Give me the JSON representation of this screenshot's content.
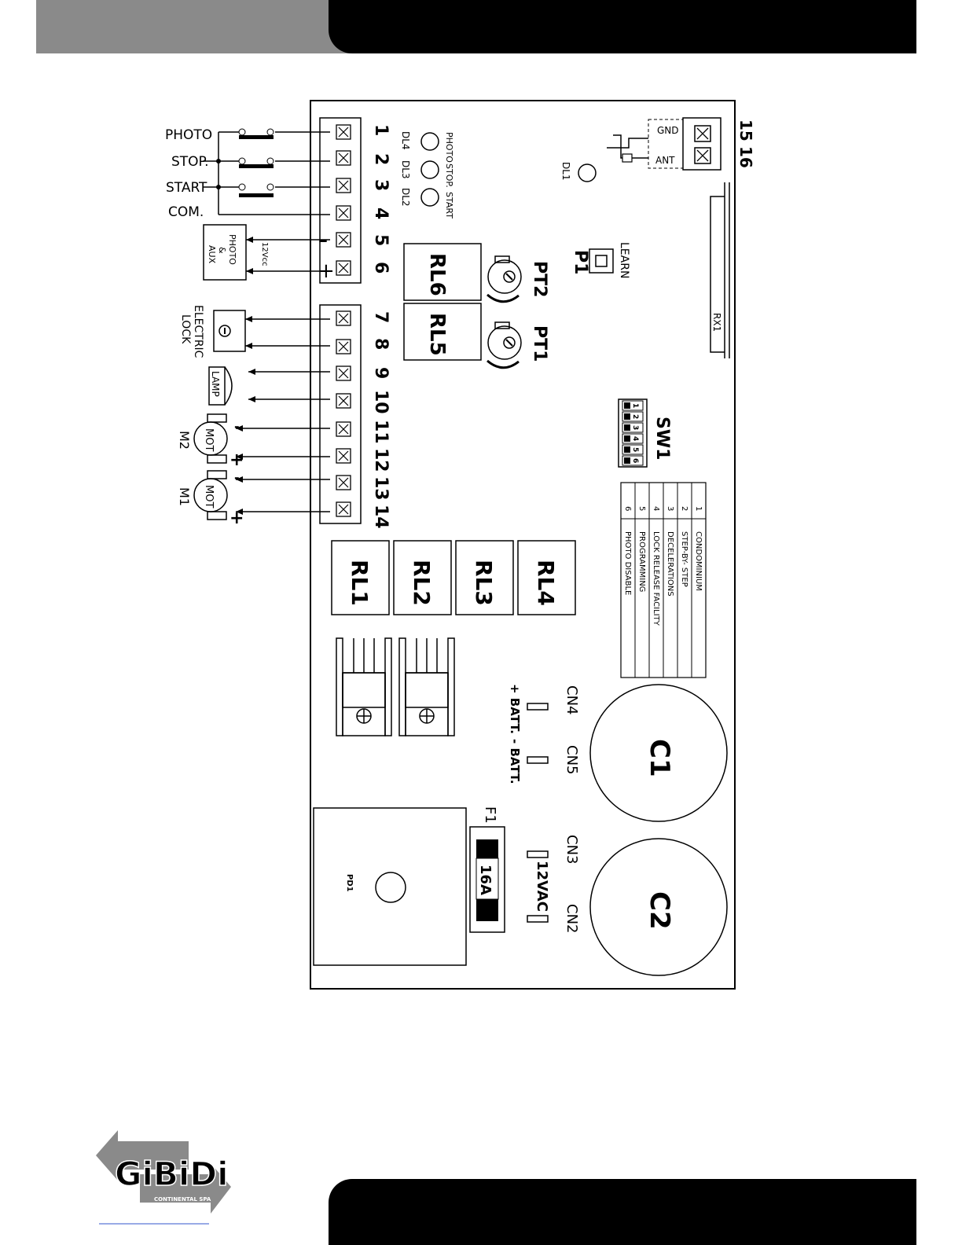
{
  "left_labels": [
    "PHOTO",
    "STOP.",
    "START",
    "COM."
  ],
  "terminal_numbers_top": [
    "1",
    "2",
    "3",
    "4",
    "5",
    "6"
  ],
  "terminal_numbers_bottom": [
    "7",
    "8",
    "9",
    "10",
    "11",
    "12",
    "13",
    "14"
  ],
  "antenna_terminals": [
    "15",
    "16"
  ],
  "antenna_labels": {
    "gnd": "GND",
    "ant": "ANT"
  },
  "leds": [
    {
      "id": "DL4",
      "label": "PHOTO"
    },
    {
      "id": "DL3",
      "label": "STOP."
    },
    {
      "id": "DL2",
      "label": "START"
    }
  ],
  "dl1": "DL1",
  "photo_aux": {
    "label_lines": [
      "PHOTO",
      "&",
      "AUX"
    ],
    "voltage": "12Vcc",
    "minus": "–",
    "plus": "+"
  },
  "electric_lock": {
    "lines": [
      "ELECTRIC",
      "LOCK"
    ]
  },
  "lamp": "LAMP",
  "motors": [
    {
      "label": "MOT",
      "name": "M2",
      "minus": "-",
      "plus": "+"
    },
    {
      "label": "MOT",
      "name": "M1",
      "minus": "-",
      "plus": "+"
    }
  ],
  "relays_small": [
    "RL6",
    "RL5"
  ],
  "relays_large": [
    "RL1",
    "RL2",
    "RL3",
    "RL4"
  ],
  "trimmers": [
    "PT2",
    "PT1"
  ],
  "learn": {
    "p": "P1",
    "label": "LEARN"
  },
  "rx": "RX1",
  "sw1": {
    "title": "SW1",
    "switches": [
      "1",
      "2",
      "3",
      "4",
      "5",
      "6"
    ]
  },
  "sw_table": [
    {
      "n": "1",
      "function": "CONDOMINIUM"
    },
    {
      "n": "2",
      "function": "STEP-BY- STEP"
    },
    {
      "n": "3",
      "function": "DECELERATIONS"
    },
    {
      "n": "4",
      "function": "LOCK RELEASE FACILITY"
    },
    {
      "n": "5",
      "function": "PROGRAMMING"
    },
    {
      "n": "6",
      "function": "PHOTO DISABLE"
    }
  ],
  "connectors": {
    "cn4": "CN4",
    "cn5": "CN5",
    "cn3": "CN3",
    "cn2": "CN2",
    "batt_plus": "+ BATT.",
    "batt_minus": "- BATT.",
    "vac": "12VAC"
  },
  "capacitors": [
    "C1",
    "C2"
  ],
  "fuse": {
    "id": "F1",
    "value": "16A"
  },
  "bridge": "PD1",
  "logo": {
    "brand": "GiBiDi",
    "sub": "CONTINENTAL SPA"
  }
}
